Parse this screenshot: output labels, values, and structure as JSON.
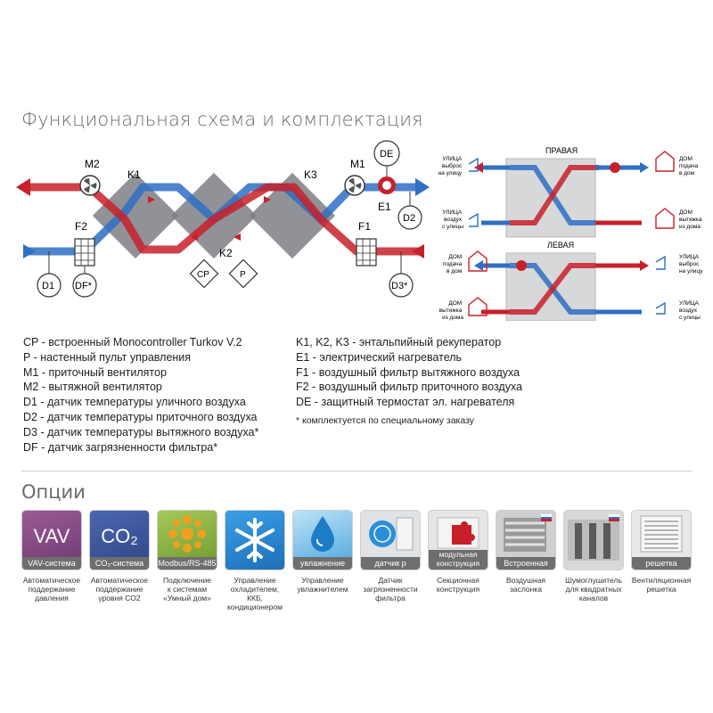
{
  "title": "Функциональная схема и комплектация",
  "diagram": {
    "labels": {
      "M2": "M2",
      "K1": "K1",
      "K3": "K3",
      "M1": "M1",
      "DE": "DE",
      "E1": "E1",
      "D2": "D2",
      "F2": "F2",
      "K2": "K2",
      "F1": "F1",
      "CP": "CP",
      "P": "P",
      "D1": "D1",
      "DF": "DF*",
      "D3": "D3*"
    },
    "right_variant": {
      "title": "ПРАВАЯ",
      "tl": [
        "УЛИЦА",
        "выброс",
        "на улицу"
      ],
      "tr": [
        "ДОМ",
        "подача",
        "в дом"
      ],
      "bl": [
        "УЛИЦА",
        "воздух",
        "с улицы"
      ],
      "br": [
        "ДОМ",
        "вытяжка",
        "из дома"
      ]
    },
    "left_variant": {
      "title": "ЛЕВАЯ",
      "tl": [
        "ДОМ",
        "подача",
        "в дом"
      ],
      "tr": [
        "УЛИЦА",
        "выброс",
        "на улицу"
      ],
      "bl": [
        "ДОМ",
        "вытяжка",
        "из дома"
      ],
      "br": [
        "УЛИЦА",
        "воздух",
        "с улицы"
      ]
    }
  },
  "legend_left": [
    "CP - встроенный Monocontroller Turkov V.2",
    "P - настенный пульт управления",
    "M1 - приточный вентилятор",
    "M2 - вытяжной вентилятор",
    "D1 - датчик температуры уличного воздуха",
    "D2 - датчик температуры приточного воздуха",
    "D3 - датчик температуры вытяжного воздуха*",
    "DF - датчик загрязненности фильтра*"
  ],
  "legend_right": [
    "K1, K2, K3 - энтальпийный рекуператор",
    "E1 - электрический нагреватель",
    "F1 - воздушный фильтр вытяжного воздуха",
    "F2 - воздушный фильтр приточного воздуха",
    "DE - защитный термостат эл. нагревателя"
  ],
  "note": "* комплектуется по специальному заказу",
  "options_title": "Опции",
  "options": [
    {
      "big": "VAV",
      "band": "VAV-система",
      "desc": "Автоматическое\nподдержание\nдавления",
      "icon": "vav-icon",
      "bg": "#8a4d86"
    },
    {
      "big": "CO₂",
      "band": "CO₂-система",
      "desc": "Автоматическое\nподдержание\nуровня CO2",
      "icon": "co2-icon",
      "bg": "#3f5aa0"
    },
    {
      "big": "",
      "band": "Modbus/RS-485",
      "desc": "Подключение\nк системам\n«Умный дом»",
      "icon": "modbus-icon",
      "bg": "#8fb44a"
    },
    {
      "big": "",
      "band": "",
      "desc": "Управление\nохладителем, ККБ,\nкондиционером",
      "icon": "snowflake-icon",
      "bg": "#2a8fd6"
    },
    {
      "big": "",
      "band": "увлажнение",
      "desc": "Управление\nувлажнителем",
      "icon": "water-drop-icon",
      "bg": "#5bb4e6"
    },
    {
      "big": "",
      "band": "датчик p",
      "desc": "Датчик\nзагрязненности\nфильтра",
      "icon": "pressure-sensor-icon",
      "bg": "#dfe3e6"
    },
    {
      "big": "",
      "band": "модульная\nконструкция",
      "desc": "Секционная\nконструкция",
      "icon": "puzzle-icon",
      "bg": "#e6e6e6"
    },
    {
      "big": "",
      "band": "Встроенная",
      "desc": "Воздушная\nзаслонка",
      "icon": "damper-icon",
      "bg": "#cfcfcf"
    },
    {
      "big": "",
      "band": "",
      "desc": "Шумоглушитель\nдля квадратных\nканалов",
      "icon": "silencer-icon",
      "bg": "#d8d8d8"
    },
    {
      "big": "",
      "band": "решетка",
      "desc": "Вентиляционная\nрешетка",
      "icon": "grille-icon",
      "bg": "#e8e8e8"
    }
  ],
  "colors": {
    "supply": "#2f6fc4",
    "exhaust": "#c8202a",
    "block": "#7a7d83"
  }
}
